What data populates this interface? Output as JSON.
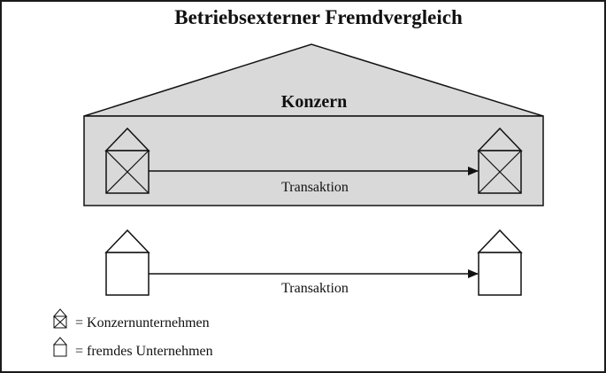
{
  "title": "Betriebsexterner Fremdvergleich",
  "group": {
    "label": "Konzern",
    "fill_color": "#d9d9d9"
  },
  "transactions": [
    {
      "label": "Transaktion",
      "from": "Konzernunternehmen",
      "to": "Konzernunternehmen"
    },
    {
      "label": "Transaktion",
      "from": "fremdes Unternehmen",
      "to": "fremdes Unternehmen"
    }
  ],
  "legend": [
    {
      "icon": "crossed-house-icon",
      "text": "= Konzernunternehmen"
    },
    {
      "icon": "plain-house-icon",
      "text": "= fremdes Unternehmen"
    }
  ]
}
